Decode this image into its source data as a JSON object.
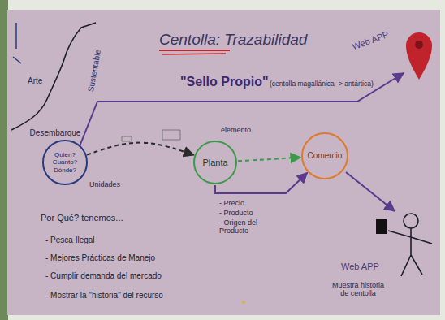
{
  "diagram": {
    "title": "Centolla: Trazabilidad",
    "nodes": [
      {
        "text": [
          "Desembarque",
          "Quien? Cuanto? Dónde?"
        ]
      },
      {
        "text": [
          "Planta"
        ]
      },
      {
        "text": [
          "Comercio"
        ]
      }
    ],
    "edges": [
      {
        "from": 0,
        "to": 1,
        "arrow": "to"
      },
      {
        "from": 1,
        "to": 2,
        "arrow": "to"
      },
      {
        "from": 1,
        "to": 2,
        "arrow": "to"
      }
    ],
    "labels": [
      "Sustentable",
      "Arte",
      "Web APP",
      "\"Sello Propio\"",
      "(centolla magallánica -> antártica)",
      "Unidades",
      "elemento",
      "- Precio",
      "- Producto",
      "- Origen del Producto",
      "Por Qué? tenemos...",
      "- Pesca Ilegal",
      "- Mejores Prácticas de Manejo",
      "- Cumplir demanda del mercado",
      "- Mostrar la \"historia\" del recurso",
      "Web APP",
      "Muestra historia de centolla"
    ]
  }
}
